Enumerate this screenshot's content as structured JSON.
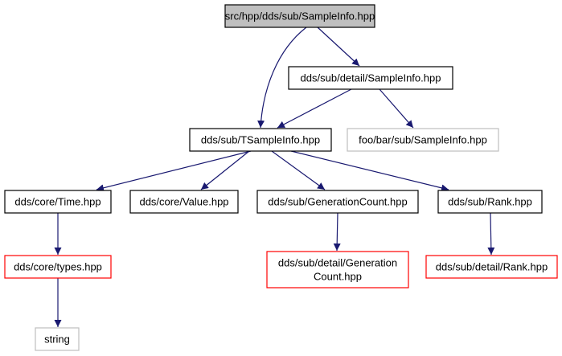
{
  "colors": {
    "root_fill": "#bfbfbf",
    "normal_border": "#000000",
    "missing_border": "#bfbfbf",
    "error_border": "#ff0000",
    "edge": "#191970"
  },
  "nodes": [
    {
      "id": "root",
      "kind": "root",
      "lines": [
        "src/hpp/dds/sub/SampleInfo.hpp"
      ]
    },
    {
      "id": "detail-sampleinfo",
      "kind": "normal",
      "lines": [
        "dds/sub/detail/SampleInfo.hpp"
      ]
    },
    {
      "id": "tsampleinfo",
      "kind": "normal",
      "lines": [
        "dds/sub/TSampleInfo.hpp"
      ]
    },
    {
      "id": "foo-sampleinfo",
      "kind": "missing",
      "lines": [
        "foo/bar/sub/SampleInfo.hpp"
      ]
    },
    {
      "id": "core-time",
      "kind": "normal",
      "lines": [
        "dds/core/Time.hpp"
      ]
    },
    {
      "id": "core-value",
      "kind": "normal",
      "lines": [
        "dds/core/Value.hpp"
      ]
    },
    {
      "id": "generationcount",
      "kind": "normal",
      "lines": [
        "dds/sub/GenerationCount.hpp"
      ]
    },
    {
      "id": "rank",
      "kind": "normal",
      "lines": [
        "dds/sub/Rank.hpp"
      ]
    },
    {
      "id": "core-types",
      "kind": "error",
      "lines": [
        "dds/core/types.hpp"
      ]
    },
    {
      "id": "detail-generationcount",
      "kind": "error",
      "lines": [
        "dds/sub/detail/Generation",
        "Count.hpp"
      ]
    },
    {
      "id": "detail-rank",
      "kind": "error",
      "lines": [
        "dds/sub/detail/Rank.hpp"
      ]
    },
    {
      "id": "string",
      "kind": "missing",
      "lines": [
        "string"
      ]
    }
  ],
  "edges": [
    {
      "from": "root",
      "to": "detail-sampleinfo"
    },
    {
      "from": "root",
      "to": "tsampleinfo"
    },
    {
      "from": "detail-sampleinfo",
      "to": "tsampleinfo"
    },
    {
      "from": "detail-sampleinfo",
      "to": "foo-sampleinfo"
    },
    {
      "from": "tsampleinfo",
      "to": "core-time"
    },
    {
      "from": "tsampleinfo",
      "to": "core-value"
    },
    {
      "from": "tsampleinfo",
      "to": "generationcount"
    },
    {
      "from": "tsampleinfo",
      "to": "rank"
    },
    {
      "from": "core-time",
      "to": "core-types"
    },
    {
      "from": "core-types",
      "to": "string"
    },
    {
      "from": "generationcount",
      "to": "detail-generationcount"
    },
    {
      "from": "rank",
      "to": "detail-rank"
    }
  ]
}
